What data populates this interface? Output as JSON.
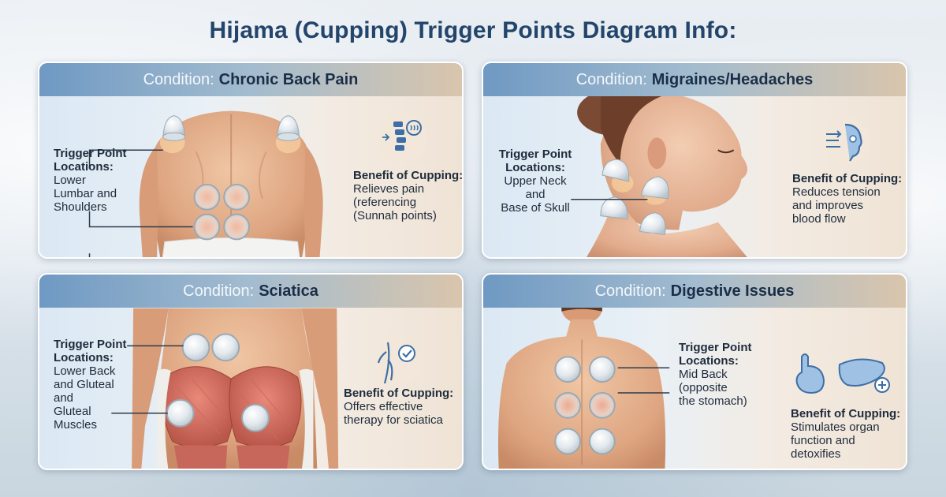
{
  "title": "Hijama (Cupping) Trigger Points Diagram Info:",
  "condition_prefix": "Condition:",
  "trigger_heading": "Trigger Point Locations:",
  "benefit_heading": "Benefit of Cupping:",
  "panels": [
    {
      "condition": "Chronic Back Pain",
      "trigger_lines": [
        "Lower",
        "Lumbar and",
        "Shoulders"
      ],
      "benefit_lines": [
        "Relieves pain",
        "(referencing",
        "(Sunnah points)"
      ],
      "icon": "spine-pain-icon"
    },
    {
      "condition": "Migraines/Headaches",
      "trigger_lines": [
        "Upper Neck",
        "and",
        "Base of Skull"
      ],
      "benefit_lines": [
        "Reduces tension",
        "and improves",
        "blood flow"
      ],
      "icon": "head-airflow-icon"
    },
    {
      "condition": "Sciatica",
      "trigger_lines": [
        "Lower Back",
        "and Gluteal",
        "and",
        "Gluteal",
        "Muscles"
      ],
      "benefit_lines": [
        "Offers effective",
        "therapy for sciatica"
      ],
      "icon": "nerve-check-icon"
    },
    {
      "condition": "Digestive Issues",
      "trigger_lines": [
        "Mid Back",
        "(opposite",
        "the stomach)"
      ],
      "benefit_lines": [
        "Stimulates organ",
        "function and",
        "detoxifies"
      ],
      "icon": "stomach-liver-icon"
    }
  ],
  "colors": {
    "title": "#24456b",
    "header_blue": "#6f99c3",
    "header_beige": "#d9c5ac",
    "skin": "#e8b895",
    "cup": "#e6ecef",
    "icon_blue": "#3d6fa6"
  }
}
